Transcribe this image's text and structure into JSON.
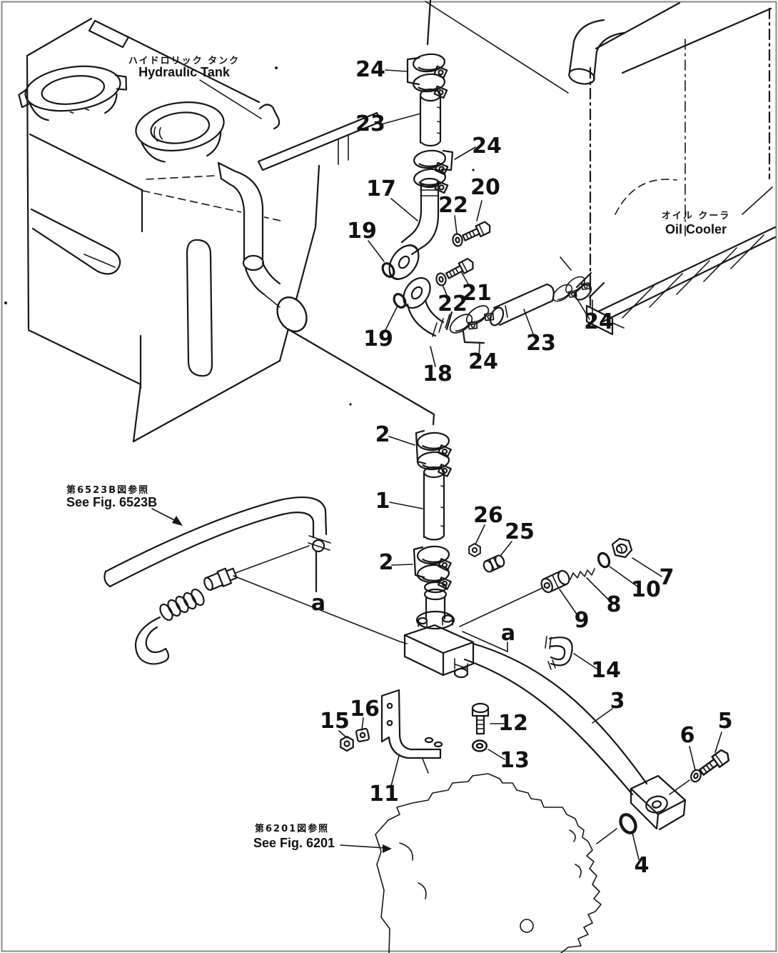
{
  "background": "#ffffff",
  "line_color": "#161616",
  "frame_color": "#888888",
  "labels": {
    "hydraulic_tank": {
      "jp": "ハイドロリック タンク",
      "en": "Hydraulic Tank"
    },
    "oil_cooler": {
      "jp": "オイル クーラ",
      "en": "Oil Cooler"
    },
    "ref_6523b": {
      "jp": "第6523B図参照",
      "en": "See Fig. 6523B"
    },
    "ref_6201": {
      "jp": "第6201図参照",
      "en": "See Fig. 6201"
    }
  },
  "callouts": [
    {
      "id": "clamp-24-top",
      "text": "24"
    },
    {
      "id": "hose-23-top",
      "text": "23"
    },
    {
      "id": "clamp-24-upper-right",
      "text": "24"
    },
    {
      "id": "elbow-17",
      "text": "17"
    },
    {
      "id": "bolt-20",
      "text": "20"
    },
    {
      "id": "washer-22-upper",
      "text": "22"
    },
    {
      "id": "oring-19-upper",
      "text": "19"
    },
    {
      "id": "bolt-21",
      "text": "21"
    },
    {
      "id": "washer-22-lower",
      "text": "22"
    },
    {
      "id": "oring-19-lower",
      "text": "19"
    },
    {
      "id": "clamp-24-right",
      "text": "24"
    },
    {
      "id": "hose-23-lower",
      "text": "23"
    },
    {
      "id": "clamp-24-mid",
      "text": "24"
    },
    {
      "id": "elbow-18",
      "text": "18"
    },
    {
      "id": "clamp-2-upper",
      "text": "2"
    },
    {
      "id": "hose-1",
      "text": "1"
    },
    {
      "id": "nut-26",
      "text": "26"
    },
    {
      "id": "plug-25",
      "text": "25"
    },
    {
      "id": "clamp-2-lower",
      "text": "2"
    },
    {
      "id": "plug-7",
      "text": "7"
    },
    {
      "id": "oring-10",
      "text": "10"
    },
    {
      "id": "spring-8",
      "text": "8"
    },
    {
      "id": "valve-9",
      "text": "9"
    },
    {
      "id": "point-a-left",
      "text": "a"
    },
    {
      "id": "point-a-right",
      "text": "a"
    },
    {
      "id": "ubolt-14",
      "text": "14"
    },
    {
      "id": "pipe-3",
      "text": "3"
    },
    {
      "id": "washer-16",
      "text": "16"
    },
    {
      "id": "nut-15",
      "text": "15"
    },
    {
      "id": "bolt-12",
      "text": "12"
    },
    {
      "id": "washer-13",
      "text": "13"
    },
    {
      "id": "bracket-11",
      "text": "11"
    },
    {
      "id": "bolt-5",
      "text": "5"
    },
    {
      "id": "washer-6",
      "text": "6"
    },
    {
      "id": "oring-4",
      "text": "4"
    }
  ]
}
